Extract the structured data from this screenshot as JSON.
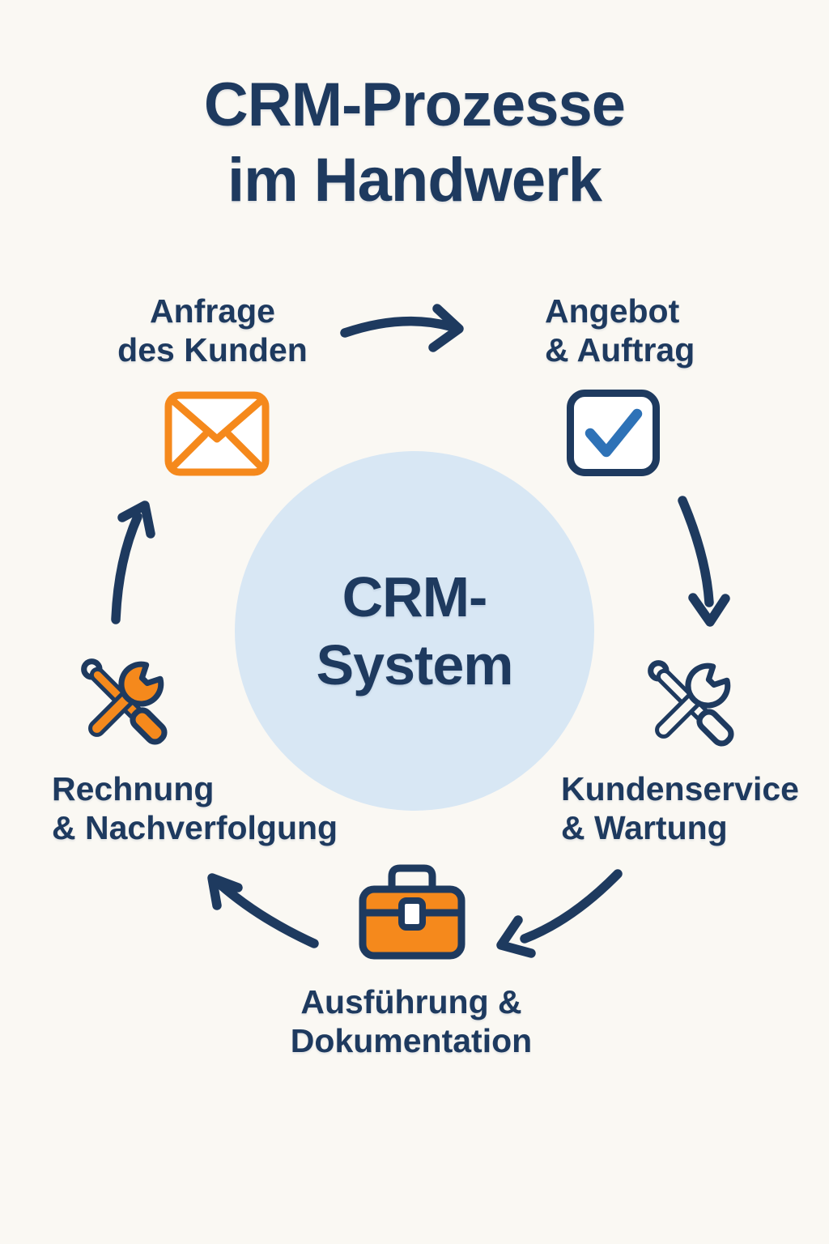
{
  "title": {
    "line1": "CRM-Prozesse",
    "line2": "im Handwerk"
  },
  "center": {
    "label_line1": "CRM-",
    "label_line2": "System"
  },
  "steps": [
    {
      "id": "anfrage",
      "line1": "Anfrage",
      "line2": "des Kunden",
      "icon": "envelope-icon"
    },
    {
      "id": "angebot",
      "line1": "Angebot",
      "line2": "& Auftrag",
      "icon": "checkbox-checked-icon"
    },
    {
      "id": "kundenservice",
      "line1": "Kundenservice",
      "line2": "& Wartung",
      "icon": "wrench-screwdriver-icon"
    },
    {
      "id": "ausfuehrung",
      "line1": "Ausführung &",
      "line2": "Dokumentation",
      "icon": "toolbox-icon"
    },
    {
      "id": "rechnung",
      "line1": "Rechnung",
      "line2": "& Nachverfolgung",
      "icon": "wrench-screwdriver-icon"
    }
  ],
  "colors": {
    "navy": "#1e3a5f",
    "orange": "#f5891c",
    "check_blue": "#2e72b7",
    "circle_fill": "#d8e7f4",
    "background": "#faf8f3"
  }
}
